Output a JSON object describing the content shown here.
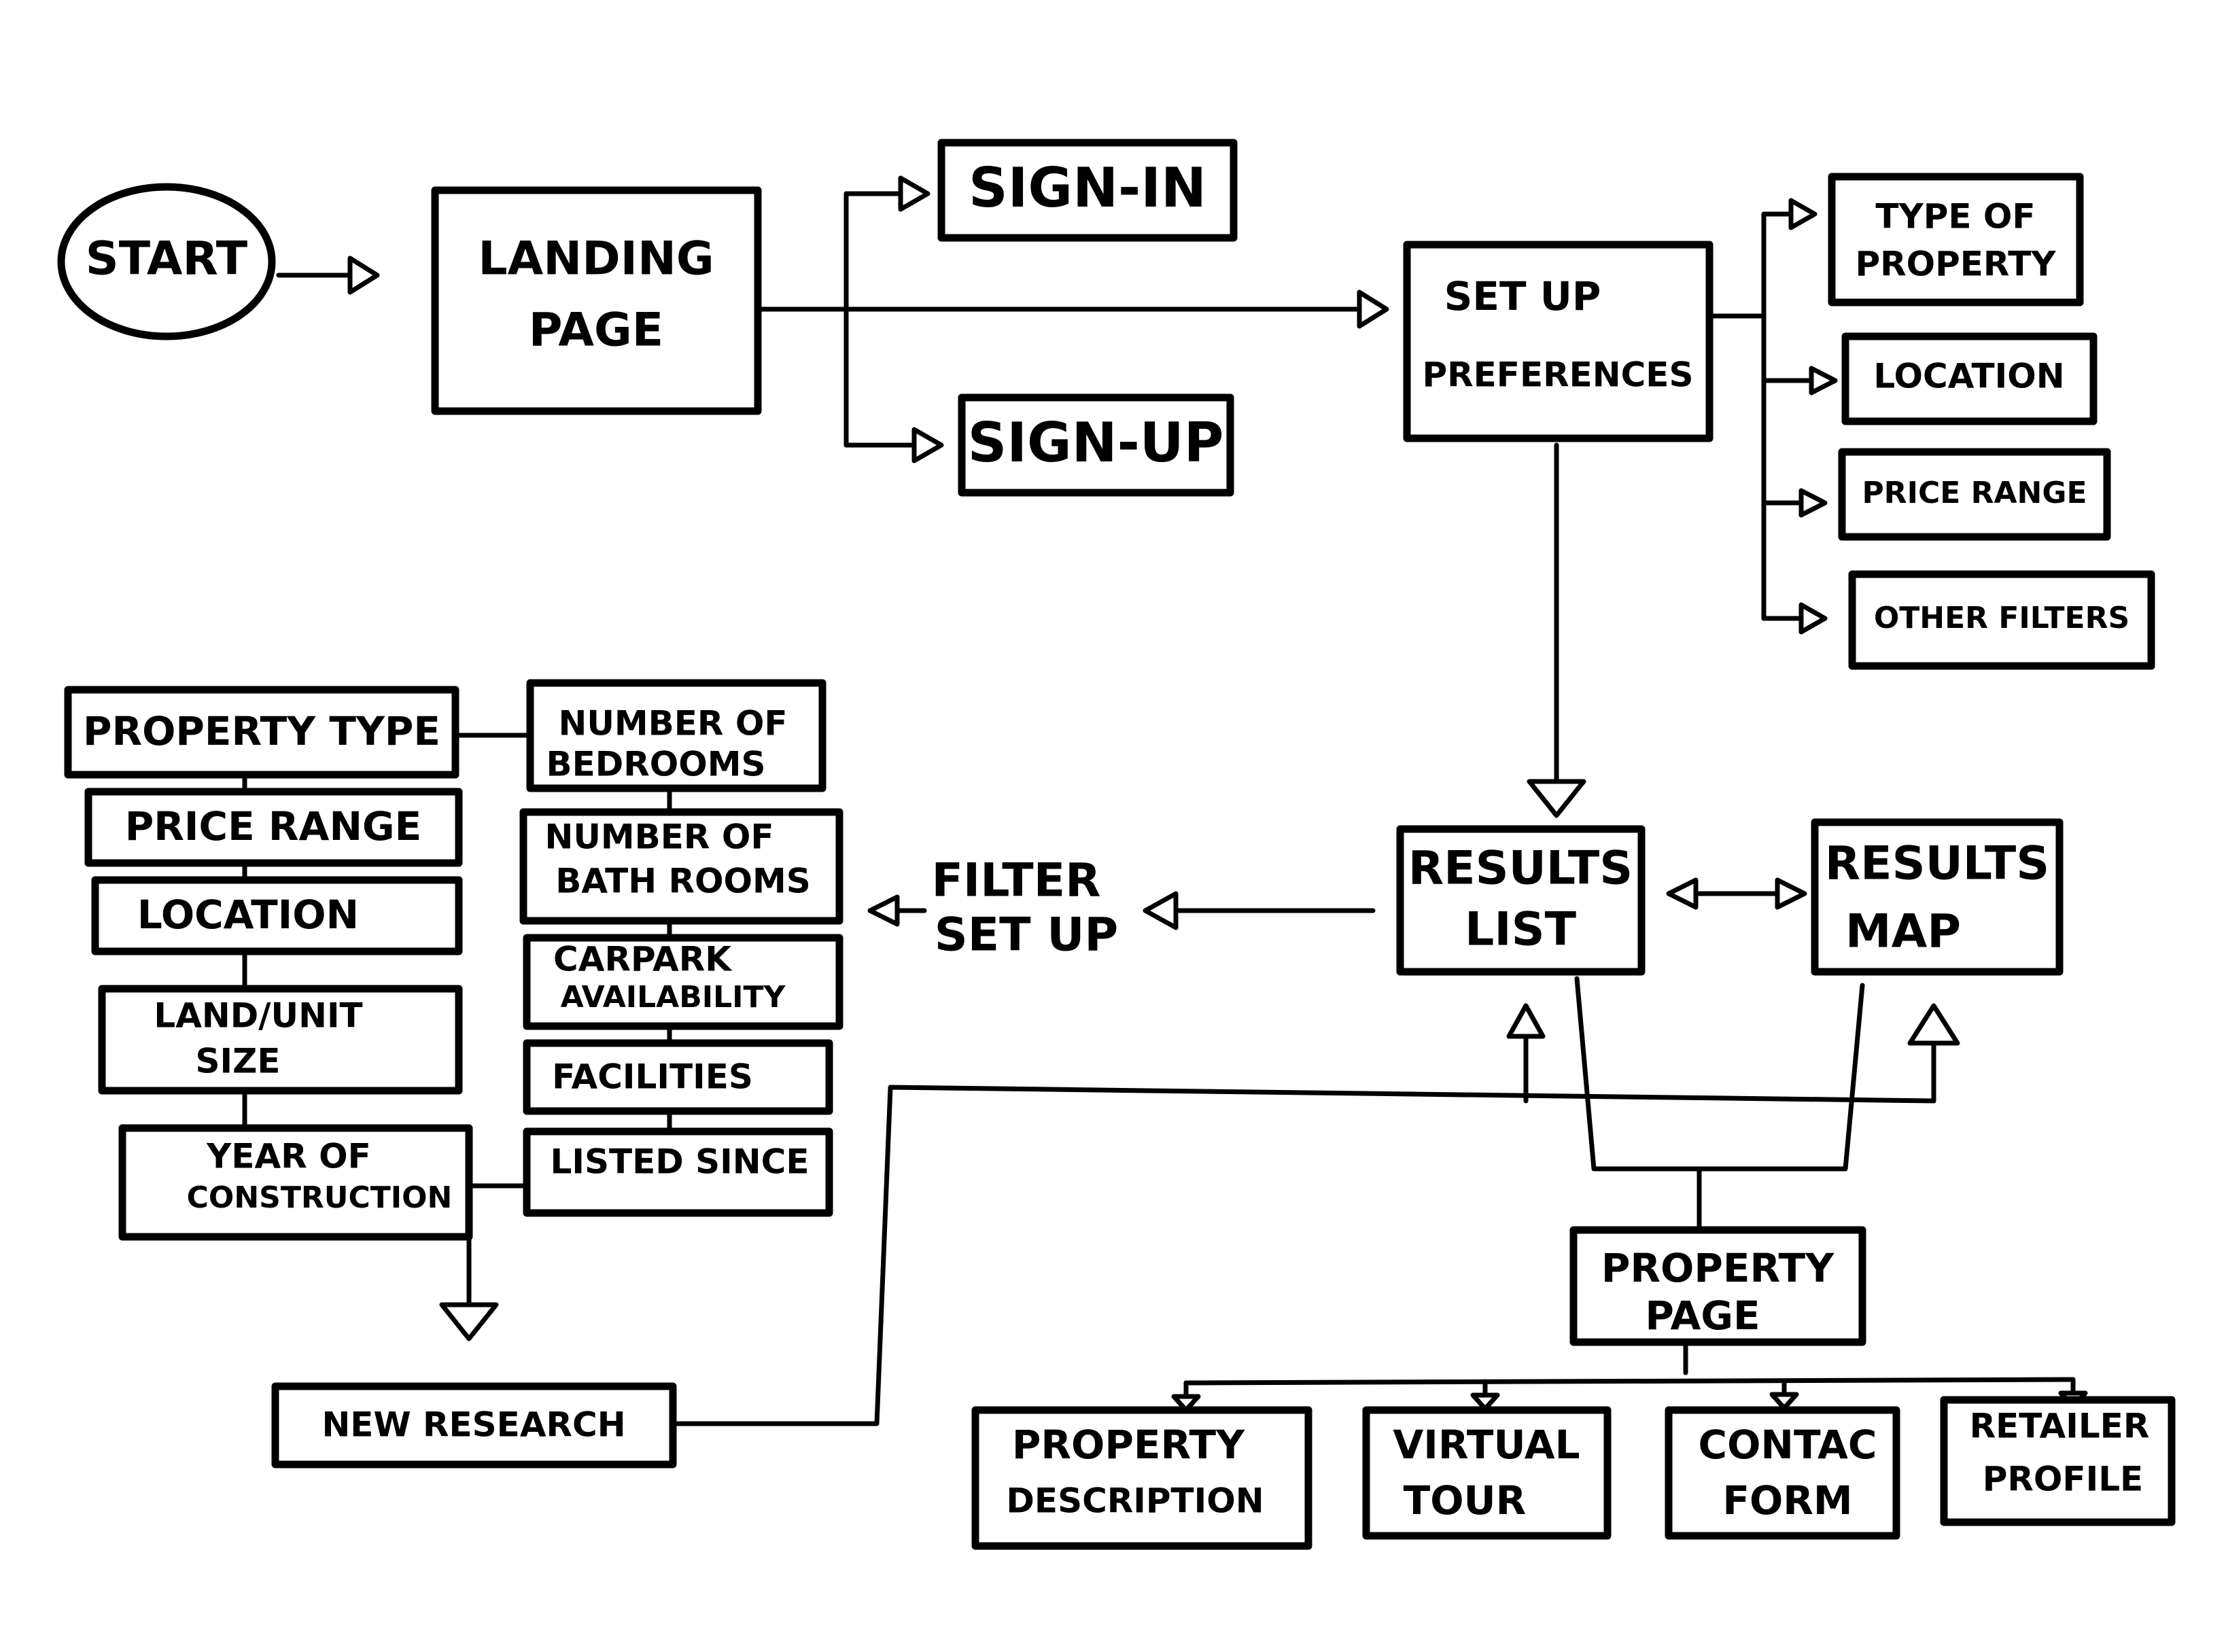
{
  "nodes": {
    "start": "START",
    "landing_page": [
      "LANDING",
      "PAGE"
    ],
    "sign_in": "SIGN-IN",
    "sign_up": "SIGN-UP",
    "set_up_preferences": [
      "SET UP",
      "PREFERENCES"
    ],
    "type_of_property": [
      "TYPE OF",
      "PROPERTY"
    ],
    "location": "LOCATION",
    "price_range": "PRICE RANGE",
    "other_filters": "OTHER FILTERS",
    "results_list": [
      "RESULTS",
      "LIST"
    ],
    "results_map": [
      "RESULTS",
      "MAP"
    ],
    "filter_set_up": [
      "FILTER",
      "SET UP"
    ],
    "filter_property_type": "PROPERTY TYPE",
    "filter_price_range": "PRICE RANGE",
    "filter_location": "LOCATION",
    "filter_land_unit_size": [
      "LAND/UNIT",
      "SIZE"
    ],
    "filter_year_of_construction": [
      "YEAR OF",
      "CONSTRUCTION"
    ],
    "filter_number_of_bedrooms": [
      "NUMBER OF",
      "BEDROOMS"
    ],
    "filter_number_of_bathrooms": [
      "NUMBER OF",
      "BATH ROOMS"
    ],
    "filter_carpark_availability": [
      "CARPARK",
      "AVAILABILITY"
    ],
    "filter_facilities": "FACILITIES",
    "filter_listed_since": "LISTED SINCE",
    "new_research": "NEW RESEARCH",
    "property_page": [
      "PROPERTY",
      "PAGE"
    ],
    "property_description": [
      "PROPERTY",
      "DESCRIPTION"
    ],
    "virtual_tour": [
      "VIRTUAL",
      "TOUR"
    ],
    "contac_form": [
      "CONTAC",
      "FORM"
    ],
    "retailer_profile": [
      "RETAILER",
      "PROFILE"
    ]
  },
  "colors": {
    "ink": "#000000",
    "paper": "#ffffff"
  }
}
